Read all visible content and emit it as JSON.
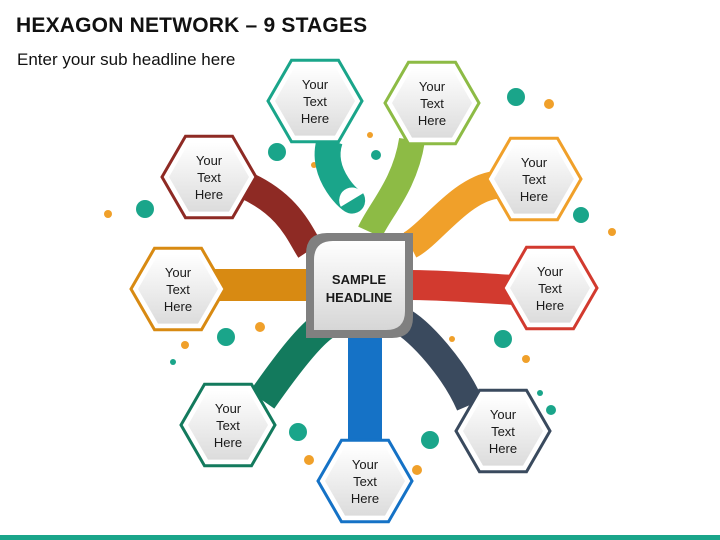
{
  "title": "HEXAGON NETWORK – 9 STAGES",
  "subtitle": "Enter your sub headline here",
  "center": {
    "line1": "SAMPLE",
    "line2": "HEADLINE"
  },
  "stages": [
    {
      "lines": [
        "Your",
        "Text",
        "Here"
      ],
      "color": "#1aa58a"
    },
    {
      "lines": [
        "Your",
        "Text",
        "Here"
      ],
      "color": "#8dbb45"
    },
    {
      "lines": [
        "Your",
        "Text",
        "Here"
      ],
      "color": "#f0a02a"
    },
    {
      "lines": [
        "Your",
        "Text",
        "Here"
      ],
      "color": "#d23a2f"
    },
    {
      "lines": [
        "Your",
        "Text",
        "Here"
      ],
      "color": "#3a4a5e"
    },
    {
      "lines": [
        "Your",
        "Text",
        "Here"
      ],
      "color": "#1572c6"
    },
    {
      "lines": [
        "Your",
        "Text",
        "Here"
      ],
      "color": "#137a5d"
    },
    {
      "lines": [
        "Your",
        "Text",
        "Here"
      ],
      "color": "#d88a12"
    },
    {
      "lines": [
        "Your",
        "Text",
        "Here"
      ],
      "color": "#8e2a24"
    }
  ],
  "colors": {
    "footer": "#1aa58a",
    "center_border": "#808080"
  }
}
